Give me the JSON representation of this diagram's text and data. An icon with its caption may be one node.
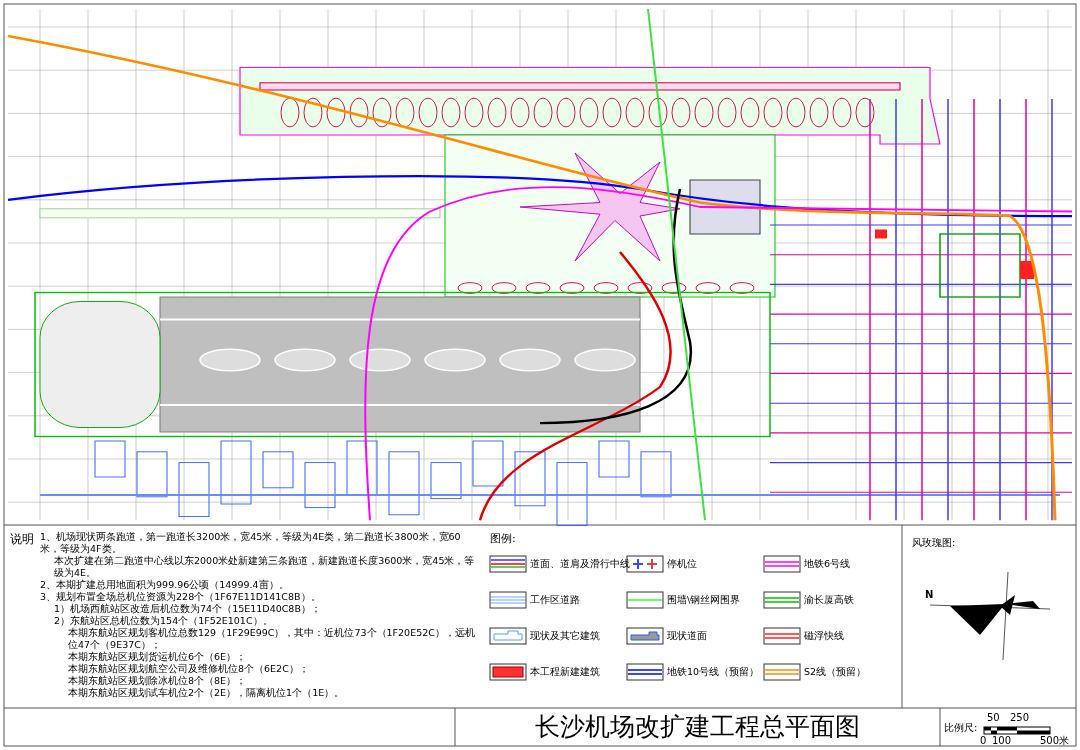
{
  "diagram": {
    "title": "长沙机场改扩建工程总平面图",
    "labels": [
      "说明",
      "1、机场现状两条跑道，第一跑道长3200米，宽45米，等级为4E类，第二跑道长3800米，宽60米，等级为4F类。",
      "本次扩建在第二跑道中心线以东2000米处新建第三条跑道，新建跑道长度3600米，宽45米，等级为4E。",
      "2、本期扩建总用地面积为999.96公顷（14999.4亩）。",
      "3、规划布置全场总机位资源为228个（1F67E11D141C8B）。",
      "1）机场西航站区改造后机位数为74个（15E11D40C8B）；",
      "2）东航站区总机位数为154个（1F52E101C）。",
      "本期东航站区规划客机位总数129（1F29E99C），其中：近机位73个（1F20E52C），远机位47个（9E37C）；",
      "本期东航站区规划货运机位6个（6E）；",
      "本期东航站区规划航空公司及维修机位8个（6E2C）；",
      "本期东航站区规划除冰机位8个（8E）；",
      "本期东航站区规划试车机位2个（2E），隔离机位1个（1E）。",
      "图例:",
      "风玫瑰图:",
      "N",
      "比例尺:",
      "50",
      "250",
      "0",
      "100",
      "500米"
    ],
    "legend": [
      {
        "text": "道面、道肩及滑行中线"
      },
      {
        "text": "停机位"
      },
      {
        "text": "地铁6号线"
      },
      {
        "text": "工作区道路"
      },
      {
        "text": "围墙\\钢丝网围界"
      },
      {
        "text": "渝长厦高铁"
      },
      {
        "text": "现状及其它建筑"
      },
      {
        "text": "现状道面"
      },
      {
        "text": "磁浮快线"
      },
      {
        "text": "本工程新建建筑"
      },
      {
        "text": "地铁10号线（预留）"
      },
      {
        "text": "S2线（预留）"
      }
    ]
  }
}
